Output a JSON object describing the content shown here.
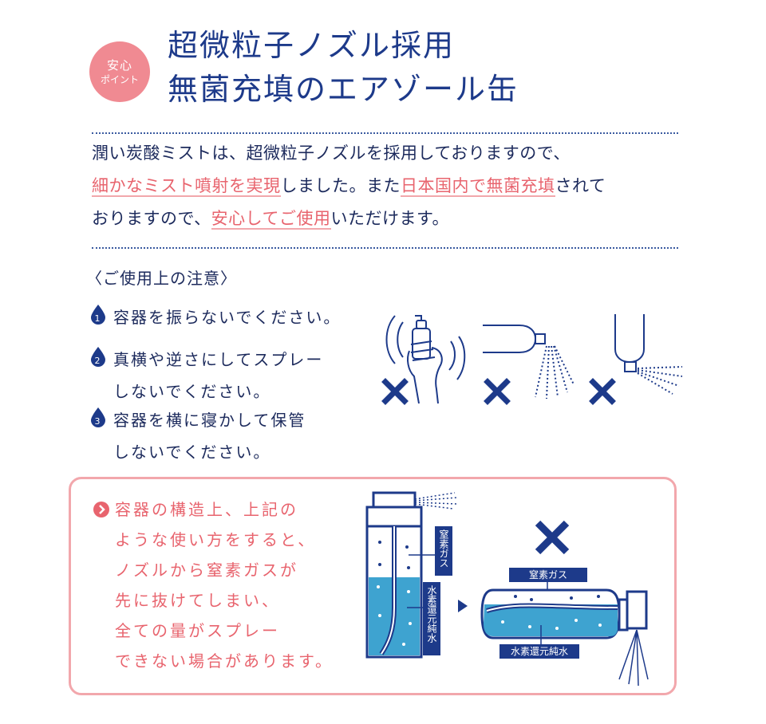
{
  "badge": {
    "line1": "安心",
    "line2": "ポイント"
  },
  "title": {
    "line1": "超微粒子ノズル採用",
    "line2": "無菌充填のエアゾール缶"
  },
  "intro": {
    "l1": "潤い炭酸ミストは、超微粒子ノズルを採用しておりますので、",
    "l2_hl1": "細かなミスト噴射を実現",
    "l2_mid": "しました。また",
    "l2_hl2": "日本国内で無菌充填",
    "l2_end": "されて",
    "l3_start": "おりますので、",
    "l3_hl": "安心してご使用",
    "l3_end": "いただけます。"
  },
  "cautions": {
    "heading": "〈ご使用上の注意〉",
    "items": [
      {
        "num": "1",
        "line1": "容器を振らないでください。",
        "line2": ""
      },
      {
        "num": "2",
        "line1": "真横や逆さにしてスプレー",
        "line2": "しないでください。"
      },
      {
        "num": "3",
        "line1": "容器を横に寝かして保管",
        "line2": "しないでください。"
      }
    ]
  },
  "warning": {
    "lines": [
      "容器の構造上、上記の",
      "ような使い方をすると、",
      "ノズルから窒素ガスが",
      "先に抜けてしまい、",
      "全ての量がスプレー",
      "できない場合があります。"
    ]
  },
  "diagram": {
    "gas_label": "窒素ガス",
    "water_label": "水素還元純水",
    "gas_label_h": "窒素ガス",
    "water_label_h": "水素還元純水"
  },
  "colors": {
    "navy": "#1d3a8a",
    "pink": "#e8646e",
    "water": "#3ea3d0"
  }
}
